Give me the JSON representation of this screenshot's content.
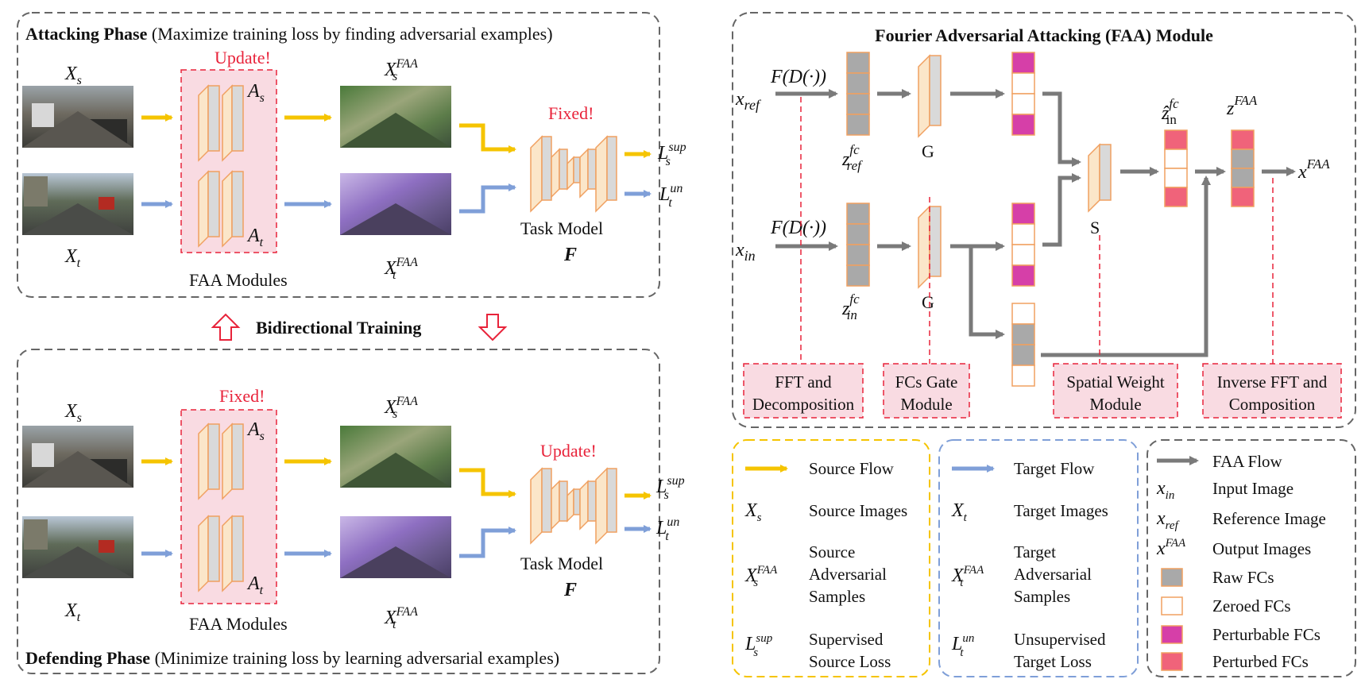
{
  "attack": {
    "heading_bold": "Attacking Phase",
    "heading_rest": " (Maximize training loss by finding adversarial examples)",
    "xs": "X",
    "xs_sub": "s",
    "xt": "X",
    "xt_sub": "t",
    "status": "Update!",
    "as": "A",
    "as_sub": "s",
    "at": "A",
    "at_sub": "t",
    "faa_modules": "FAA Modules",
    "xs_faa": "X",
    "xs_faa_sub": "s",
    "xs_faa_sup": "FAA",
    "xt_faa": "X",
    "xt_faa_sub": "t",
    "xt_faa_sup": "FAA",
    "model_status": "Fixed!",
    "task_model": "Task Model",
    "task_model_symbol": "F",
    "ls": "L",
    "ls_sub": "s",
    "ls_sup": "sup",
    "lt": "L",
    "lt_sub": "t",
    "lt_sup": "un"
  },
  "bidirectional": "Bidirectional Training",
  "defend": {
    "heading_bold": "Defending Phase",
    "heading_rest": " (Minimize training loss by learning adversarial examples)",
    "xs": "X",
    "xs_sub": "s",
    "xt": "X",
    "xt_sub": "t",
    "status": "Fixed!",
    "as": "A",
    "as_sub": "s",
    "at": "A",
    "at_sub": "t",
    "faa_modules": "FAA Modules",
    "xs_faa": "X",
    "xs_faa_sub": "s",
    "xs_faa_sup": "FAA",
    "xt_faa": "X",
    "xt_faa_sub": "t",
    "xt_faa_sup": "FAA",
    "model_status": "Update!",
    "task_model": "Task Model",
    "task_model_symbol": "F",
    "ls": "L",
    "ls_sub": "s",
    "ls_sup": "sup",
    "lt": "L",
    "lt_sub": "t",
    "lt_sup": "un"
  },
  "faa": {
    "title": "Fourier Adversarial Attacking (FAA) Module",
    "x_ref": "x",
    "x_ref_sub": "ref",
    "x_in": "x",
    "x_in_sub": "in",
    "fd": "F(D(·))",
    "z_ref": "z",
    "z_ref_sub": "ref",
    "z_ref_sup": "fc",
    "z_in": "z",
    "z_in_sub": "in",
    "z_in_sup": "fc",
    "g": "G",
    "s": "S",
    "zhat": "ẑ",
    "zhat_sub": "in",
    "zhat_sup": "fc",
    "zfaa": "z",
    "zfaa_sup": "FAA",
    "xfaa": "x",
    "xfaa_sup": "FAA",
    "mod_fft_1": "FFT and",
    "mod_fft_2": "Decomposition",
    "mod_gate_1": "FCs Gate",
    "mod_gate_2": "Module",
    "mod_sw_1": "Spatial Weight",
    "mod_sw_2": "Module",
    "mod_ifft_1": "Inverse FFT and",
    "mod_ifft_2": "Composition"
  },
  "legend_source": {
    "flow": "Source Flow",
    "images_sym": "X",
    "images_sub": "s",
    "images": "Source Images",
    "adv_sym": "X",
    "adv_sub": "s",
    "adv_sup": "FAA",
    "adv_1": "Source",
    "adv_2": "Adversarial",
    "adv_3": "Samples",
    "loss_sym": "L",
    "loss_sub": "s",
    "loss_sup": "sup",
    "loss_1": "Supervised",
    "loss_2": "Source Loss"
  },
  "legend_target": {
    "flow": "Target Flow",
    "images_sym": "X",
    "images_sub": "t",
    "images": "Target Images",
    "adv_sym": "X",
    "adv_sub": "t",
    "adv_sup": "FAA",
    "adv_1": "Target",
    "adv_2": "Adversarial",
    "adv_3": "Samples",
    "loss_sym": "L",
    "loss_sub": "t",
    "loss_sup": "un",
    "loss_1": "Unsupervised",
    "loss_2": "Target Loss"
  },
  "legend_faa": {
    "flow": "FAA Flow",
    "in_sym": "x",
    "in_sub": "in",
    "in": "Input Image",
    "ref_sym": "x",
    "ref_sub": "ref",
    "ref": "Reference Image",
    "out_sym": "x",
    "out_sup": "FAA",
    "out": "Output Images",
    "raw": "Raw FCs",
    "zeroed": "Zeroed FCs",
    "perturbable": "Perturbable FCs",
    "perturbed": "Perturbed FCs"
  },
  "colors": {
    "source_flow": "#f5c400",
    "target_flow": "#7f9fd8",
    "faa_flow": "#7a7a7a",
    "highlight_red": "#e8233a",
    "pink_box": "#f9dbe2",
    "orange_edge": "#f0a060",
    "raw_fc": "#a9a9a9",
    "perturbable_fc": "#d63fa8",
    "perturbed_fc": "#f0637a"
  }
}
